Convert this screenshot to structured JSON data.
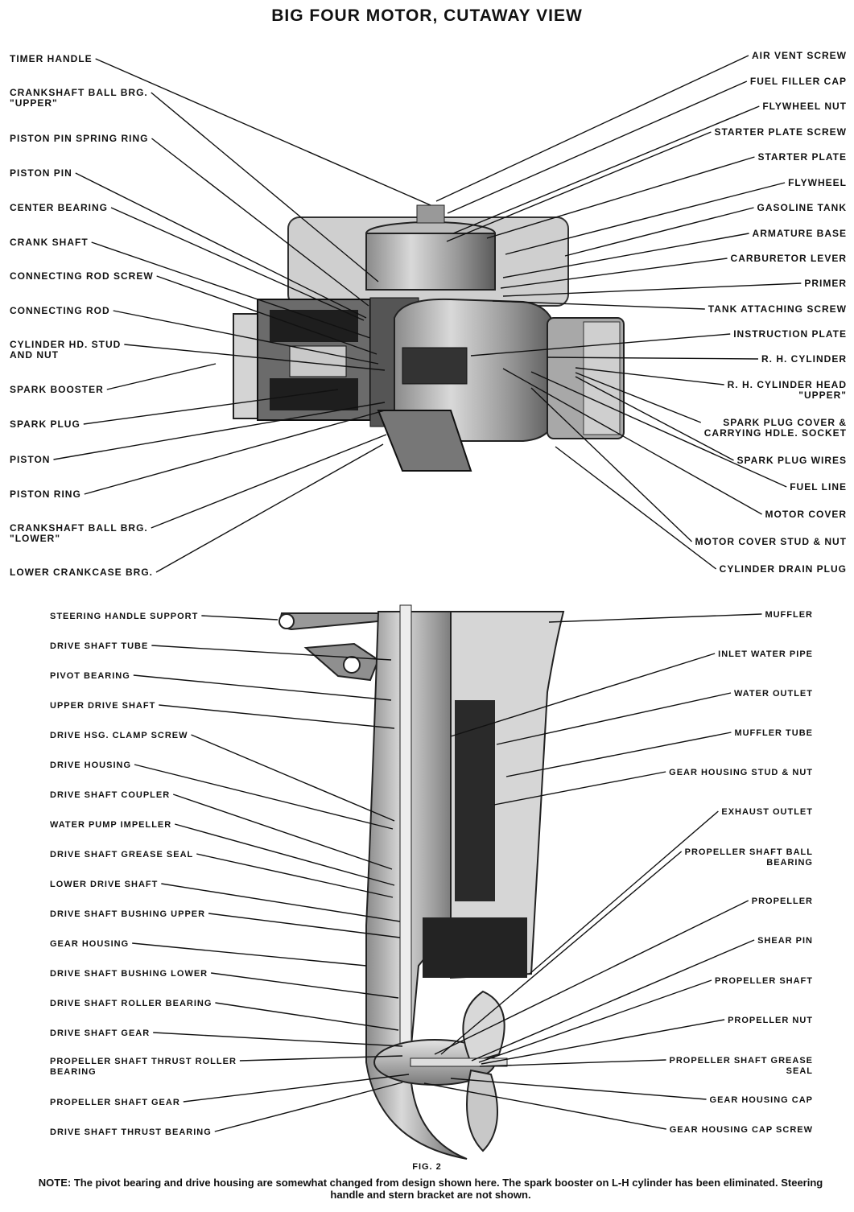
{
  "title": "BIG FOUR MOTOR, CUTAWAY VIEW",
  "figure_label": "FIG. 2",
  "note_prefix": "NOTE:",
  "note_text": "The pivot bearing and drive housing are somewhat changed from design shown here. The spark booster on L-H cylinder has been eliminated. Steering handle and stern bracket are not shown.",
  "top_left_labels": [
    [
      "TIMER HANDLE"
    ],
    [
      "CRANKSHAFT BALL BRG.",
      "\"UPPER\""
    ],
    [
      "PISTON PIN SPRING RING"
    ],
    [
      "PISTON PIN"
    ],
    [
      "CENTER BEARING"
    ],
    [
      "CRANK SHAFT"
    ],
    [
      "CONNECTING ROD SCREW"
    ],
    [
      "CONNECTING ROD"
    ],
    [
      "CYLINDER HD. STUD",
      "AND NUT"
    ],
    [
      "SPARK BOOSTER"
    ],
    [
      "SPARK PLUG"
    ],
    [
      "PISTON"
    ],
    [
      "PISTON RING"
    ],
    [
      "CRANKSHAFT BALL BRG.",
      "\"LOWER\""
    ],
    [
      "LOWER CRANKCASE BRG."
    ]
  ],
  "top_right_labels": [
    [
      "AIR VENT SCREW"
    ],
    [
      "FUEL FILLER CAP"
    ],
    [
      "FLYWHEEL NUT"
    ],
    [
      "STARTER PLATE SCREW"
    ],
    [
      "STARTER PLATE"
    ],
    [
      "FLYWHEEL"
    ],
    [
      "GASOLINE TANK"
    ],
    [
      "ARMATURE BASE"
    ],
    [
      "CARBURETOR LEVER"
    ],
    [
      "PRIMER"
    ],
    [
      "TANK ATTACHING SCREW"
    ],
    [
      "INSTRUCTION PLATE"
    ],
    [
      "R. H. CYLINDER"
    ],
    [
      "R. H. CYLINDER HEAD",
      "\"UPPER\""
    ],
    [
      "SPARK PLUG COVER &",
      "CARRYING HDLE. SOCKET"
    ],
    [
      "SPARK PLUG WIRES"
    ],
    [
      "FUEL LINE"
    ],
    [
      "MOTOR COVER"
    ],
    [
      "MOTOR COVER STUD & NUT"
    ],
    [
      "CYLINDER DRAIN PLUG"
    ]
  ],
  "bottom_left_labels": [
    [
      "STEERING HANDLE SUPPORT"
    ],
    [
      "DRIVE SHAFT TUBE"
    ],
    [
      "PIVOT BEARING"
    ],
    [
      "UPPER DRIVE SHAFT"
    ],
    [
      "DRIVE HSG. CLAMP SCREW"
    ],
    [
      "DRIVE HOUSING"
    ],
    [
      "DRIVE SHAFT COUPLER"
    ],
    [
      "WATER PUMP IMPELLER"
    ],
    [
      "DRIVE SHAFT GREASE SEAL"
    ],
    [
      "LOWER DRIVE SHAFT"
    ],
    [
      "DRIVE SHAFT BUSHING UPPER"
    ],
    [
      "GEAR HOUSING"
    ],
    [
      "DRIVE SHAFT BUSHING LOWER"
    ],
    [
      "DRIVE SHAFT ROLLER BEARING"
    ],
    [
      "DRIVE SHAFT GEAR"
    ],
    [
      "PROPELLER SHAFT THRUST ROLLER",
      "BEARING"
    ],
    [
      "PROPELLER SHAFT GEAR"
    ],
    [
      "DRIVE SHAFT THRUST BEARING"
    ]
  ],
  "bottom_right_labels": [
    [
      "MUFFLER"
    ],
    [
      "INLET WATER PIPE"
    ],
    [
      "WATER OUTLET"
    ],
    [
      "MUFFLER TUBE"
    ],
    [
      "GEAR HOUSING STUD & NUT"
    ],
    [
      "EXHAUST OUTLET"
    ],
    [
      "PROPELLER SHAFT BALL",
      "BEARING"
    ],
    [
      "PROPELLER"
    ],
    [
      "SHEAR PIN"
    ],
    [
      "PROPELLER SHAFT"
    ],
    [
      "PROPELLER NUT"
    ],
    [
      "PROPELLER SHAFT GREASE",
      "SEAL"
    ],
    [
      "GEAR HOUSING CAP"
    ],
    [
      "GEAR HOUSING CAP SCREW"
    ]
  ]
}
